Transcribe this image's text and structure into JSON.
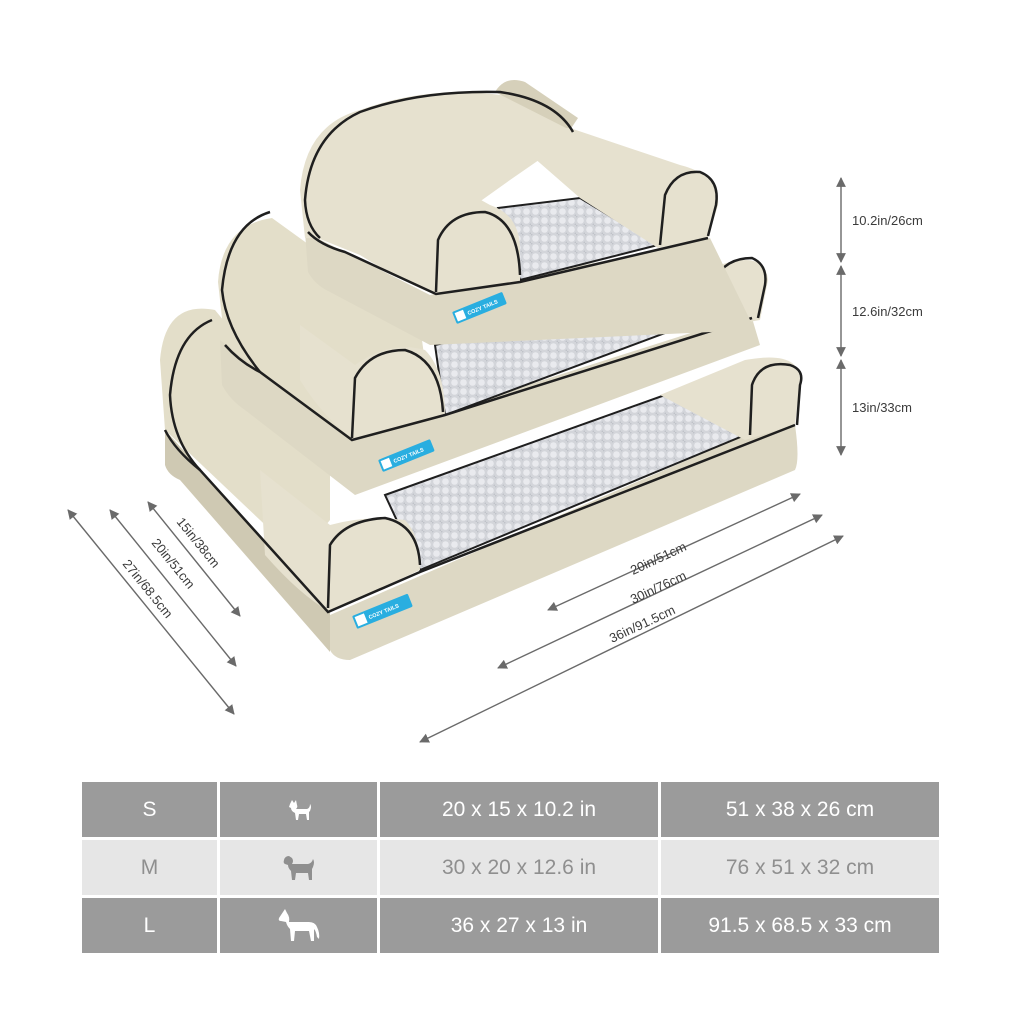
{
  "colors": {
    "fabric": "#e6e1cf",
    "fabric_shade": "#d6d0ba",
    "piping": "#1f1f1f",
    "cushion": "#cfd1d6",
    "brand_tag": "#29aee0",
    "row_dark": "#9b9b9b",
    "row_light": "#e6e6e6",
    "dimension_arrow": "#6a6a6a"
  },
  "brand_tag_text": "COZY TAILS",
  "dimensions": {
    "heights": [
      "10.2in/26cm",
      "12.6in/32cm",
      "13in/33cm"
    ],
    "widths": [
      "20in/51cm",
      "30in/76cm",
      "36in/91.5cm"
    ],
    "depths": [
      "15in/38cm",
      "20in/51cm",
      "27in/68.5cm"
    ]
  },
  "size_table": [
    {
      "size": "S",
      "icon": "small-dog-icon",
      "inches": "20 x 15 x 10.2 in",
      "cm": "51 x 38 x 26 cm",
      "style": "dark"
    },
    {
      "size": "M",
      "icon": "medium-dog-icon",
      "inches": "30 x 20 x 12.6 in",
      "cm": "76 x 51 x 32 cm",
      "style": "light"
    },
    {
      "size": "L",
      "icon": "large-dog-icon",
      "inches": "36 x 27 x 13 in",
      "cm": "91.5 x 68.5 x 33 cm",
      "style": "dark"
    }
  ]
}
